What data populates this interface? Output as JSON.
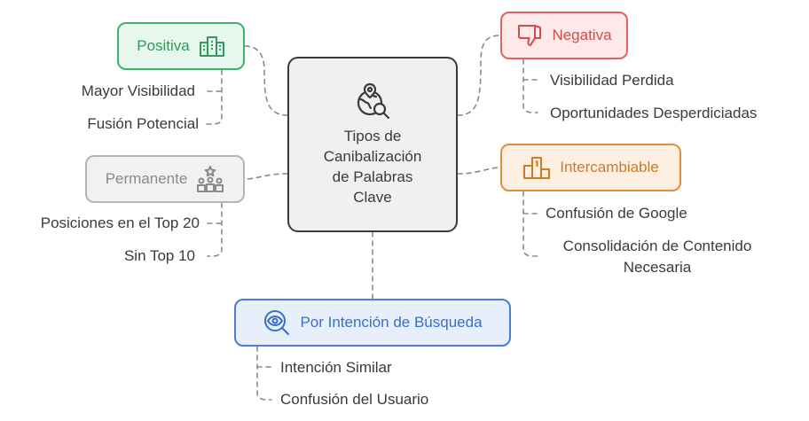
{
  "center": {
    "title": "Tipos de\nCanibalización\nde Palabras\nClave",
    "icon": "globe-search-icon"
  },
  "nodes": {
    "positiva": {
      "label": "Positiva",
      "icon": "buildings-icon",
      "color": "#3bb36f",
      "leaves": [
        "Mayor Visibilidad",
        "Fusión Potencial"
      ]
    },
    "negativa": {
      "label": "Negativa",
      "icon": "thumbs-down-icon",
      "color": "#e06262",
      "leaves": [
        "Visibilidad Perdida",
        "Oportunidades Desperdiciadas"
      ]
    },
    "permanente": {
      "label": "Permanente",
      "icon": "podium-star-icon",
      "color": "#b5b5b5",
      "leaves": [
        "Posiciones en el Top 20",
        "Sin Top 10"
      ]
    },
    "intercambiable": {
      "label": "Intercambiable",
      "icon": "podium-icon",
      "color": "#e08e3a",
      "leaves": [
        "Confusión de Google",
        "Consolidación de Contenido\nNecesaria"
      ]
    },
    "intencion": {
      "label": "Por Intención de Búsqueda",
      "icon": "eye-search-icon",
      "color": "#4a7fd4",
      "leaves": [
        "Intención Similar",
        "Confusión del Usuario"
      ]
    }
  }
}
